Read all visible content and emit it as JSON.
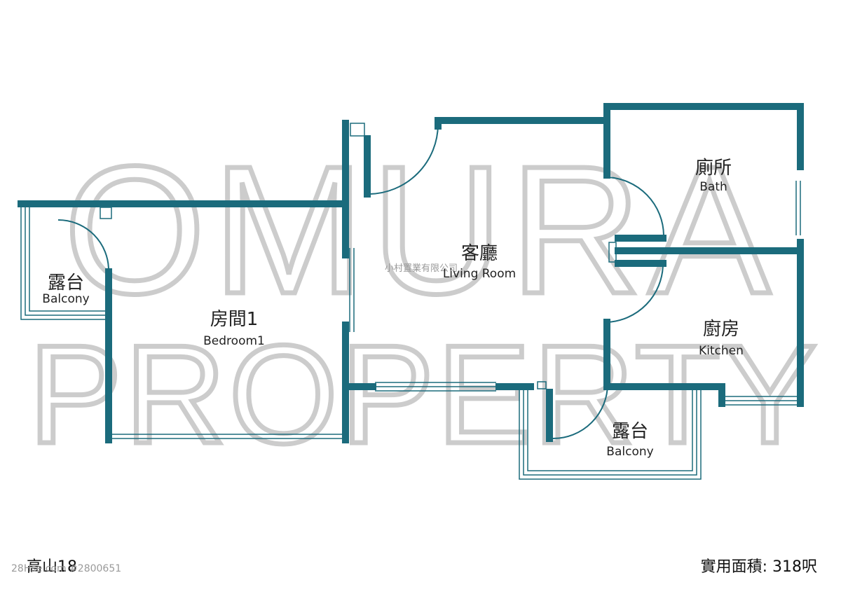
{
  "colors": {
    "wall": "#1b6b7c",
    "window": "#1b6b7c",
    "watermark": "#cccccc",
    "text": "#222222",
    "muted": "#9a9a9a"
  },
  "watermark": {
    "line1": "OMURA",
    "line2": "PROPERTY",
    "company": "小村置業有限公司"
  },
  "rooms": {
    "balcony_left": {
      "cn": "露台",
      "en": "Balcony"
    },
    "bedroom1": {
      "cn": "房間1",
      "en": "Bedroom1"
    },
    "living_room": {
      "cn": "客廳",
      "en": "Living Room"
    },
    "bath": {
      "cn": "廁所",
      "en": "Bath"
    },
    "kitchen": {
      "cn": "廚房",
      "en": "Kitchen"
    },
    "balcony_bottom": {
      "cn": "露台",
      "en": "Balcony"
    }
  },
  "footer": {
    "building": "高山18",
    "listing_id": "28Hse.com #2800651",
    "area": "實用面積: 318呎"
  }
}
